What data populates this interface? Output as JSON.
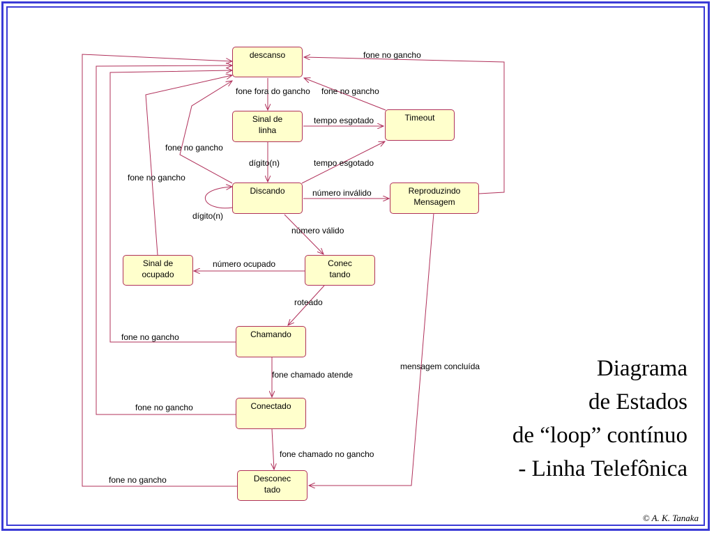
{
  "states": {
    "descanso": "descanso",
    "sinal_de_linha": "Sinal de\nlinha",
    "timeout": "Timeout",
    "discando": "Discando",
    "reproduzindo_mensagem": "Reproduzindo\nMensagem",
    "sinal_de_ocupado": "Sinal de\nocupado",
    "conectando": "Conec\ntando",
    "chamando": "Chamando",
    "conectado": "Conectado",
    "desconectado": "Desconec\ntado"
  },
  "transitions": {
    "fone_no_gancho_top": "fone no gancho",
    "fone_fora_do_gancho": "fone fora do gancho",
    "fone_no_gancho_timeout": "fone no gancho",
    "tempo_esgotado_1": "tempo esgotado",
    "fone_no_gancho_discando": "fone no gancho",
    "digito_n_1": "dígito(n)",
    "tempo_esgotado_2": "tempo esgotado",
    "fone_no_gancho_ocupado": "fone no gancho",
    "numero_invalido": "número inválido",
    "digito_n_self": "dígito(n)",
    "numero_valido": "número válido",
    "numero_ocupado": "número ocupado",
    "roteado": "roteado",
    "fone_no_gancho_chamando": "fone no gancho",
    "mensagem_concluida": "mensagem concluída",
    "fone_chamado_atende": "fone chamado atende",
    "fone_no_gancho_conectado": "fone no gancho",
    "fone_chamado_no_gancho": "fone chamado no gancho",
    "fone_no_gancho_desconectado": "fone no gancho"
  },
  "title": {
    "line1": "Diagrama",
    "line2": "de Estados",
    "line3": "de “loop” contínuo",
    "line4": "- Linha Telefônica"
  },
  "copyright": "© A. K. Tanaka",
  "colors": {
    "frame": "#3a3ad6",
    "state_fill": "#ffffcc",
    "edge": "#b0305a"
  }
}
